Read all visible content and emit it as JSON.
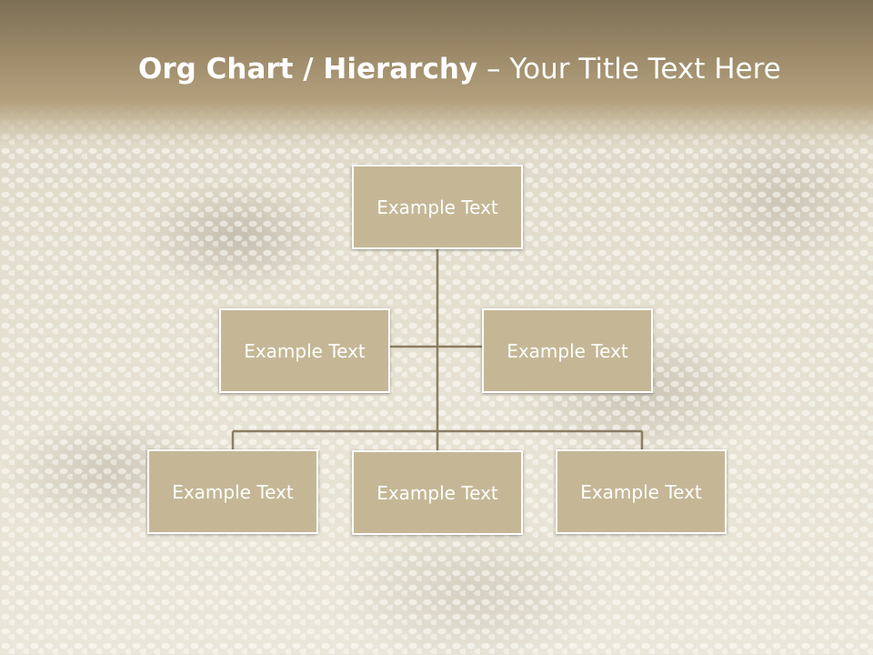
{
  "slide": {
    "title_bold": "Org Chart / Hierarchy",
    "title_dash": " – ",
    "title_light": "Your Title Text Here"
  },
  "org_chart": {
    "root": {
      "label": "Example Text"
    },
    "middle": [
      {
        "label": "Example Text"
      },
      {
        "label": "Example Text"
      }
    ],
    "bottom": [
      {
        "label": "Example Text"
      },
      {
        "label": "Example Text"
      },
      {
        "label": "Example Text"
      }
    ]
  },
  "colors": {
    "node_fill": "#c5b796",
    "node_border": "#ffffff",
    "connector": "#8a7d63",
    "header_band": "#9a8867"
  }
}
